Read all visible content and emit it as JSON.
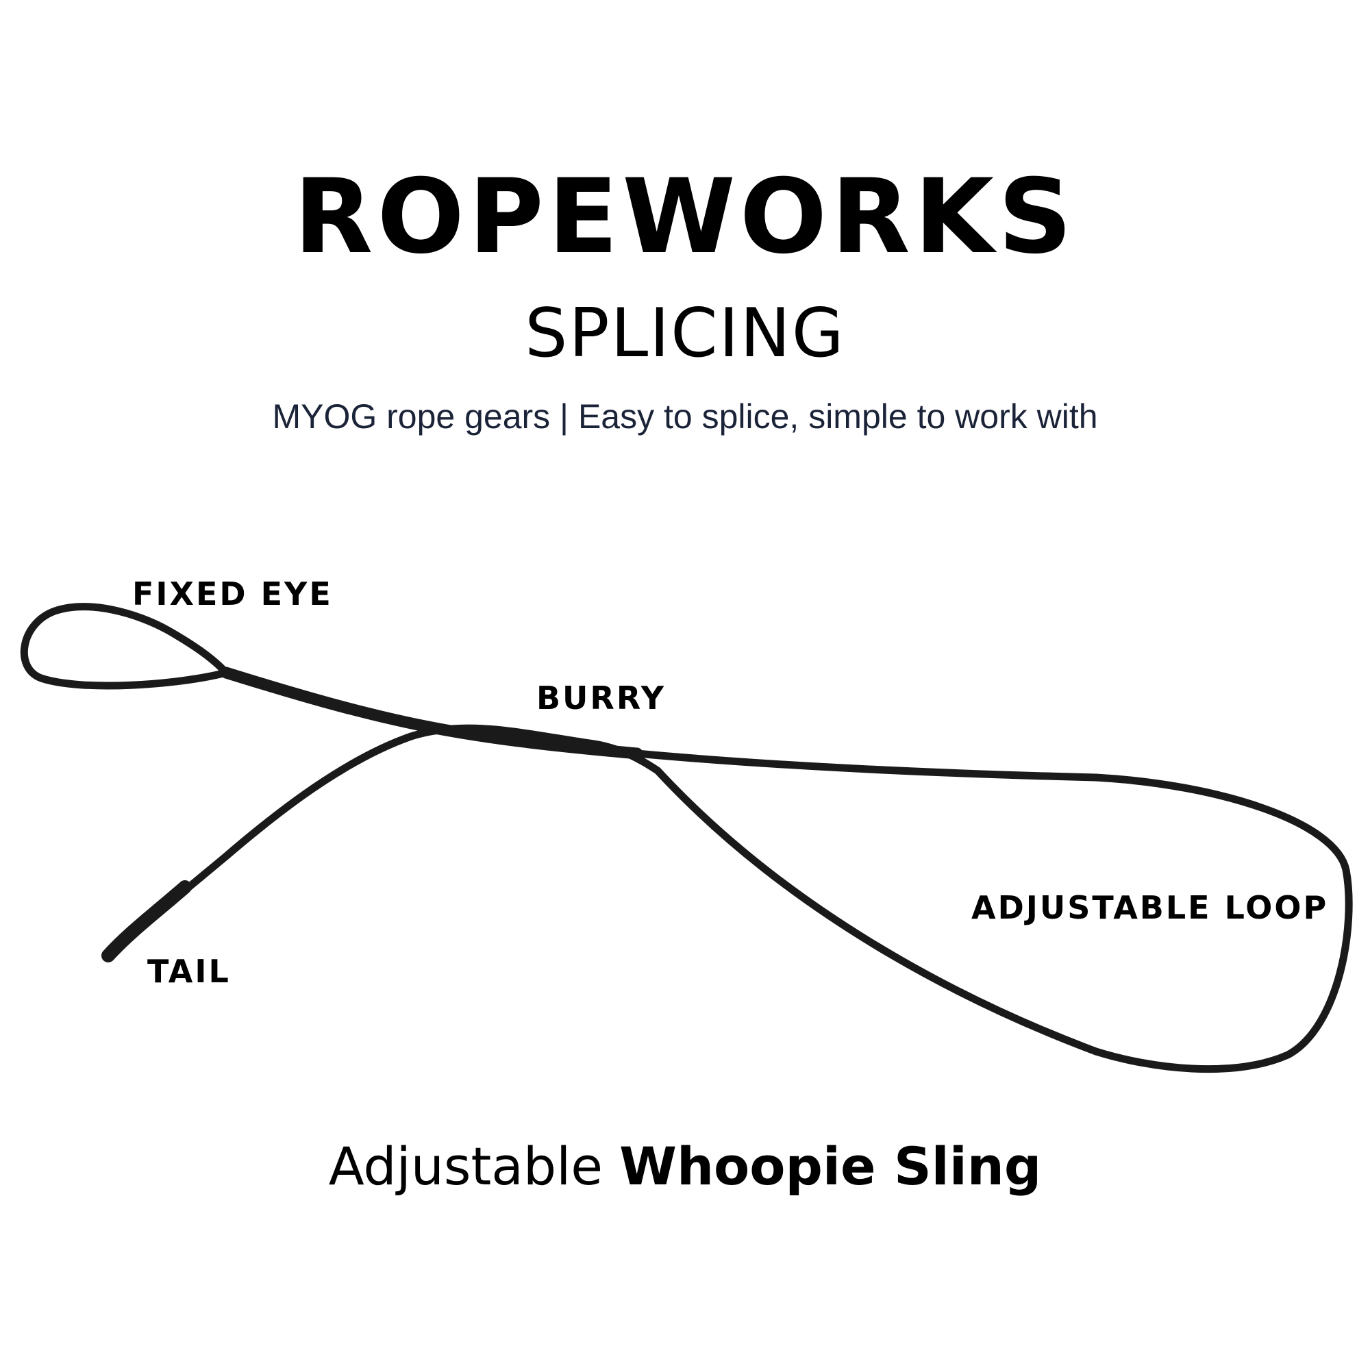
{
  "header": {
    "brand": "ROPEWORKS",
    "subtitle": "SPLICING",
    "tagline": "MYOG rope gears | Easy to splice, simple to work with"
  },
  "labels": {
    "fixed_eye": "FIXED EYE",
    "burry": "BURRY",
    "adjustable_loop": "ADJUSTABLE LOOP",
    "tail": "TAIL"
  },
  "caption": {
    "light": "Adjustable",
    "bold": "Whoopie Sling"
  },
  "colors": {
    "rope": "#1a1a1a",
    "text": "#000000",
    "tagline": "#1b2338"
  }
}
